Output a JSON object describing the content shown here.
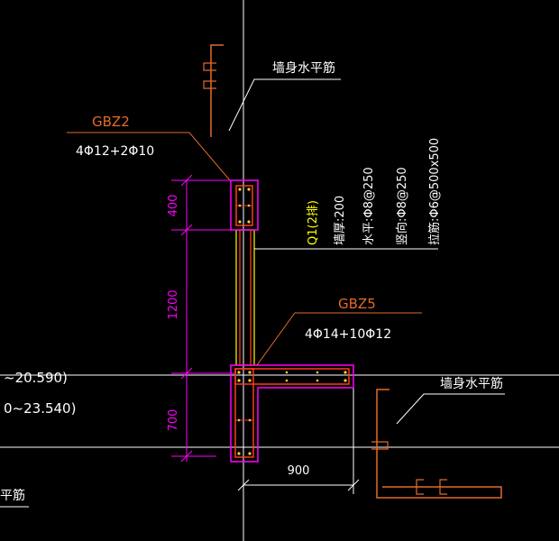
{
  "colors": {
    "background": "#000000",
    "white": "#ffffff",
    "magenta": "#ff00ff",
    "red": "#ff3a1a",
    "orange": "#e46a2a",
    "yellow": "#ffff00",
    "rebar_point": "#ffcc33"
  },
  "labels": {
    "wall_horizontal_top": "墙身水平筋",
    "wall_horizontal_right": "墙身水平筋",
    "wall_horizontal_left_partial": "平筋",
    "gbz2_name": "GBZ2",
    "gbz2_rebar": "4Φ12+2Φ10",
    "gbz5_name": "GBZ5",
    "gbz5_rebar": "4Φ14+10Φ12",
    "elev_1": "~20.590)",
    "elev_2": "0~23.540)"
  },
  "wall": {
    "name": "Q1(2排)",
    "thickness": "墙厚:200",
    "horizontal": "水平:Φ8@250",
    "vertical": "竖向:Φ8@250",
    "tie": "拉筋:Φ6@500x500"
  },
  "dimensions": {
    "d400": "400",
    "d1200": "1200",
    "d700": "700",
    "d900": "900"
  }
}
